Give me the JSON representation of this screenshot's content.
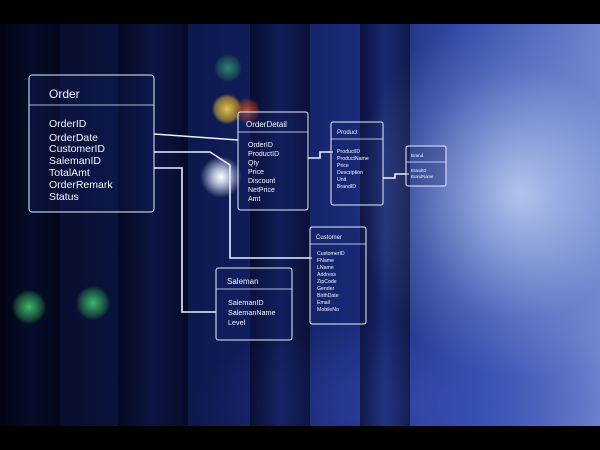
{
  "diagram": {
    "tables": {
      "order": {
        "title": "Order",
        "fields": [
          "OrderID",
          "OrderDate",
          "CustomerID",
          "SalemanID",
          "TotalAmt",
          "OrderRemark",
          "Status"
        ]
      },
      "order_detail": {
        "title": "OrderDetail",
        "fields": [
          "OrderID",
          "ProductID",
          "Qty",
          "Price",
          "Discount",
          "NetPrice",
          "Amt"
        ]
      },
      "product": {
        "title": "Product",
        "fields": [
          "ProductID",
          "ProductName",
          "Price",
          "Description",
          "Unit",
          "BrandID"
        ]
      },
      "brand": {
        "title": "Brand",
        "fields": [
          "BrandID",
          "BrandName"
        ]
      },
      "customer": {
        "title": "Customer",
        "fields": [
          "CustomerID",
          "FName",
          "LName",
          "Address",
          "ZipCode",
          "Gender",
          "BirthDate",
          "Email",
          "MobileNo"
        ]
      },
      "saleman": {
        "title": "Saleman",
        "fields": [
          "SalemanID",
          "SalemanName",
          "Level"
        ]
      }
    }
  }
}
